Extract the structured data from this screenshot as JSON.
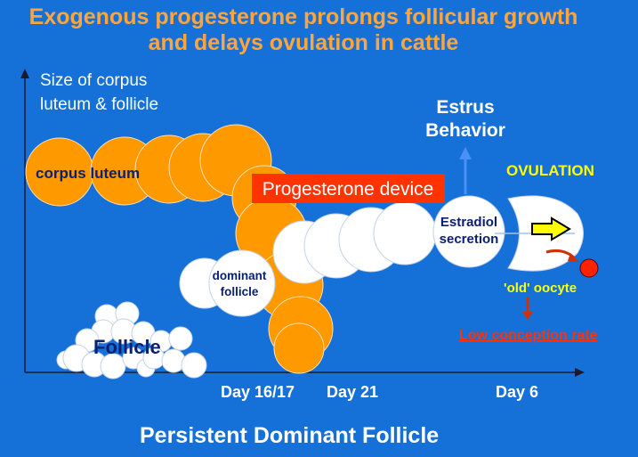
{
  "title": {
    "line1": "Exogenous progesterone prolongs follicular growth",
    "line2": "and delays ovulation in cattle"
  },
  "y_axis": {
    "label_line1": "Size of corpus",
    "label_line2": "luteum & follicle"
  },
  "x_axis": {
    "ticks": [
      "Day 16/17",
      "Day 21",
      "Day 6"
    ]
  },
  "annotations": {
    "corpus_luteum": "corpus luteum",
    "progesterone_device": "Progesterone device",
    "dominant_follicle": {
      "line1": "dominant",
      "line2": "follicle"
    },
    "estradiol_secretion": {
      "line1": "Estradiol",
      "line2": "secretion"
    },
    "estrus_behavior": {
      "line1": "Estrus",
      "line2": "Behavior"
    },
    "ovulation": "OVULATION",
    "old_oocyte": "'old' oocyte",
    "low_conception_rate": "Low conception rate",
    "follicle": "Follicle"
  },
  "footer": "Persistent Dominant Follicle",
  "colors": {
    "background": "#1570d8",
    "title": "#ffa53d",
    "corpus_luteum": "#ff9900",
    "follicle": "#ffffff",
    "progesterone_device": "#ff3300",
    "ovulation_text": "#ffff00",
    "low_conception_rate": "#ff3300",
    "dark_label": "#0b2070",
    "arrow": "#cc3300"
  }
}
